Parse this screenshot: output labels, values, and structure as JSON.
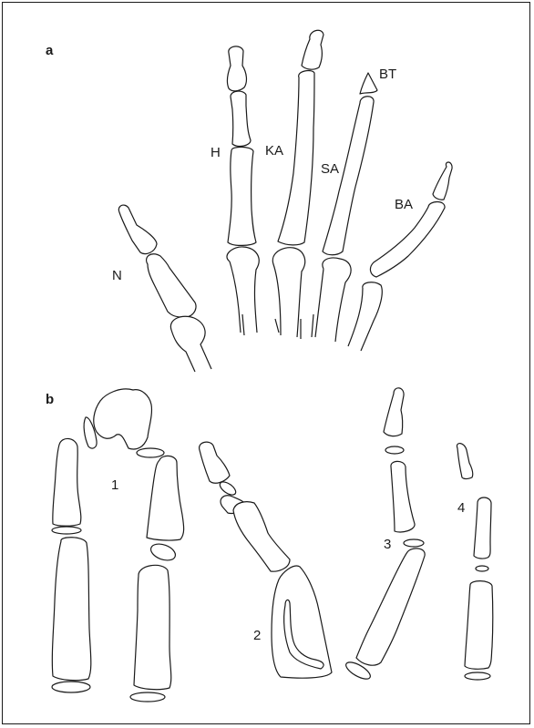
{
  "panels": {
    "a": {
      "label": "a",
      "bone_labels": {
        "N": "N",
        "H": "H",
        "KA": "KA",
        "SA": "SA",
        "BT": "BT",
        "BA": "BA"
      }
    },
    "b": {
      "label": "b",
      "case_numbers": [
        "1",
        "2",
        "3",
        "4"
      ]
    }
  },
  "colors": {
    "stroke": "#1a1a1a",
    "background": "#ffffff"
  }
}
